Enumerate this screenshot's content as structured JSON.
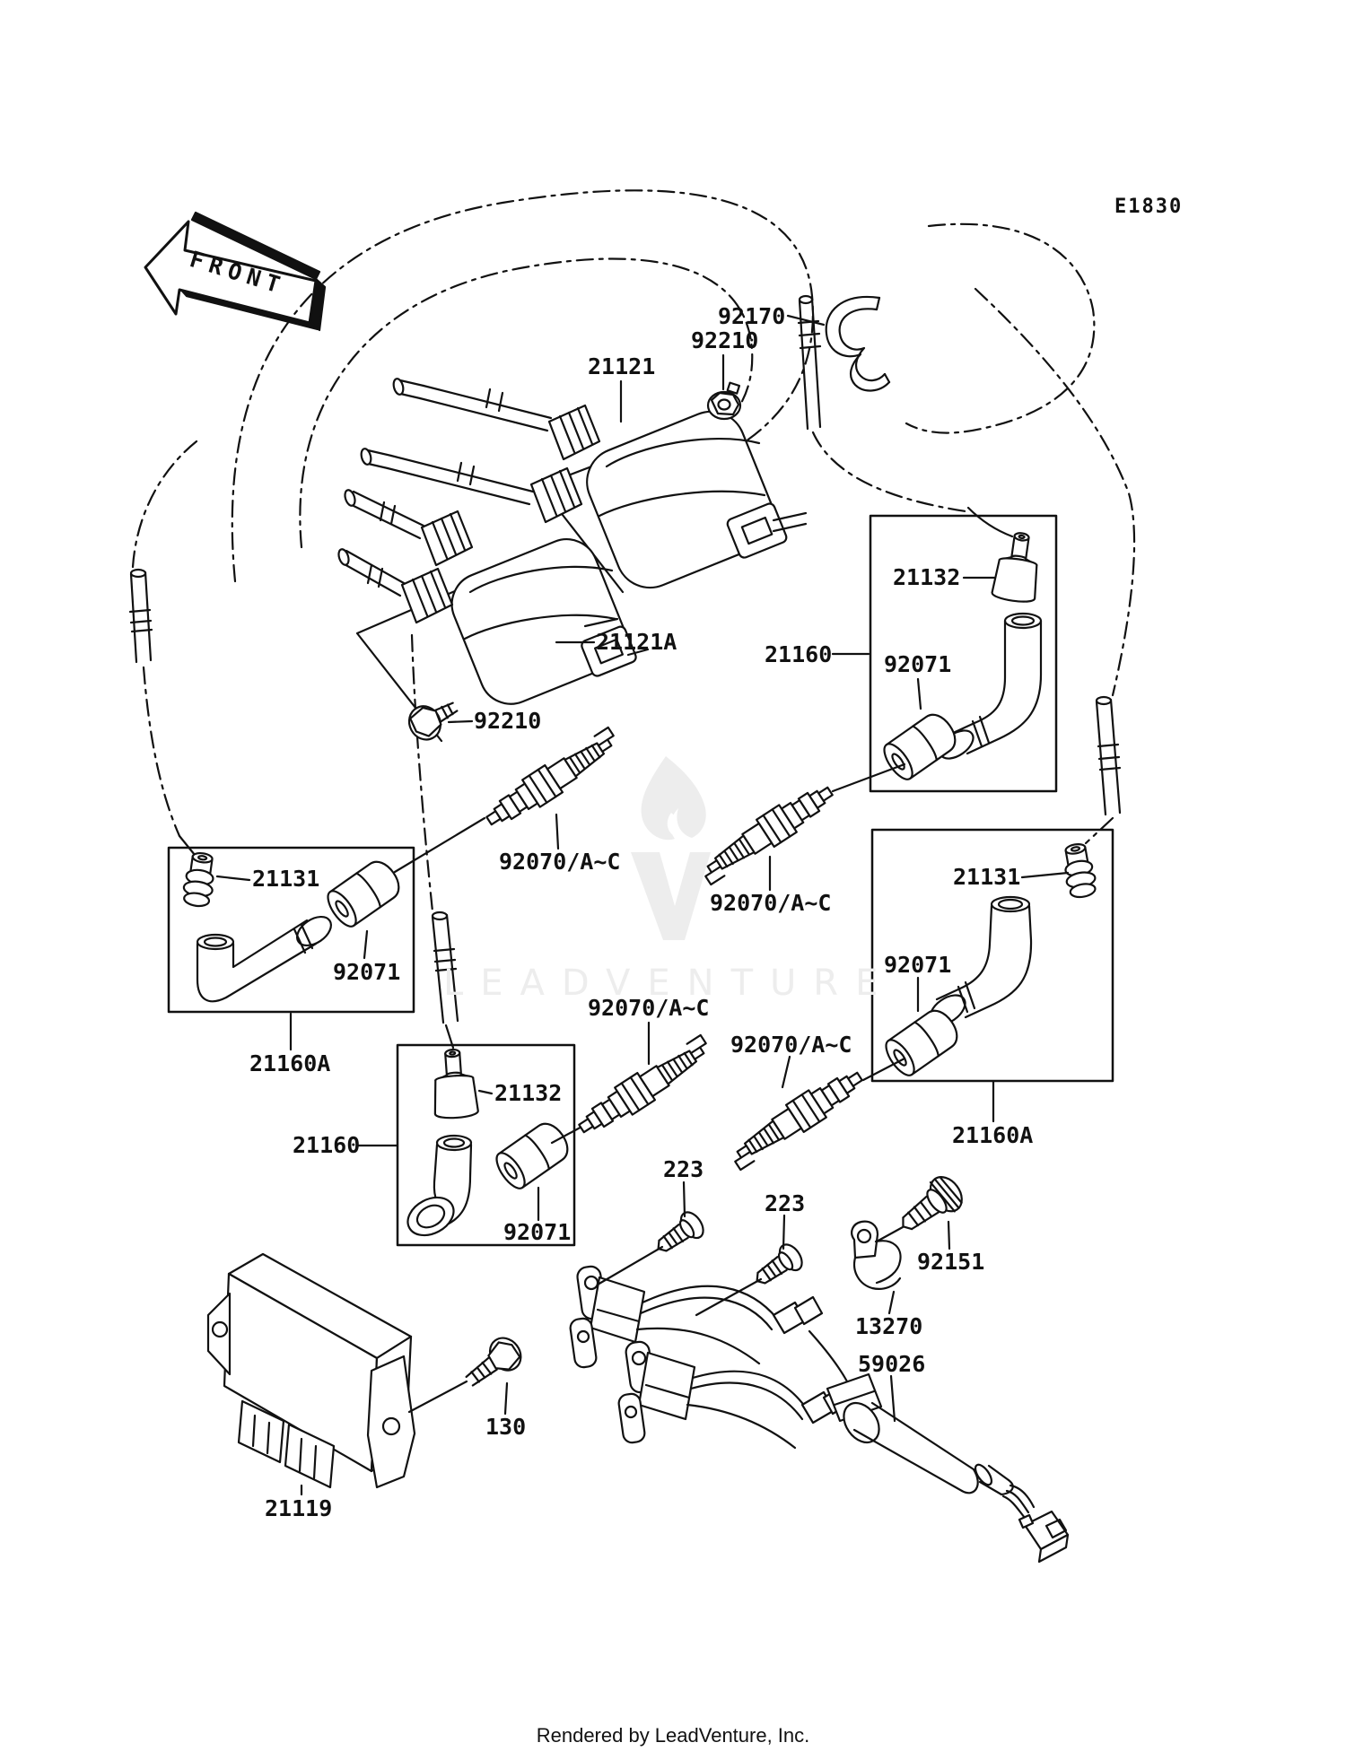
{
  "header": {
    "diagram_code": "E1830",
    "front_arrow": "FRONT"
  },
  "watermark": {
    "brand": "LEADVENTURE"
  },
  "footer": {
    "credit": "Rendered by LeadVenture, Inc."
  },
  "colors": {
    "line": "#111111",
    "watermark": "#ededed",
    "background": "#ffffff"
  },
  "labels": [
    {
      "part": "92170",
      "text": "92170"
    },
    {
      "part": "92210",
      "text": "92210"
    },
    {
      "part": "21121",
      "text": "21121"
    },
    {
      "part": "21132",
      "text": "21132"
    },
    {
      "part": "21160",
      "text": "21160"
    },
    {
      "part": "92071",
      "text": "92071"
    },
    {
      "part": "21121A",
      "text": "21121A"
    },
    {
      "part": "92210",
      "text": "92210"
    },
    {
      "part": "21131",
      "text": "21131"
    },
    {
      "part": "92071",
      "text": "92071"
    },
    {
      "part": "21160A",
      "text": "21160A"
    },
    {
      "part": "92070/A~C",
      "text": "92070/A~C"
    },
    {
      "part": "92070/A~C",
      "text": "92070/A~C"
    },
    {
      "part": "92070/A~C",
      "text": "92070/A~C"
    },
    {
      "part": "92070/A~C",
      "text": "92070/A~C"
    },
    {
      "part": "21131",
      "text": "21131"
    },
    {
      "part": "92071",
      "text": "92071"
    },
    {
      "part": "21160A",
      "text": "21160A"
    },
    {
      "part": "21132",
      "text": "21132"
    },
    {
      "part": "21160",
      "text": "21160"
    },
    {
      "part": "92071",
      "text": "92071"
    },
    {
      "part": "223",
      "text": "223"
    },
    {
      "part": "223",
      "text": "223"
    },
    {
      "part": "92151",
      "text": "92151"
    },
    {
      "part": "13270",
      "text": "13270"
    },
    {
      "part": "59026",
      "text": "59026"
    },
    {
      "part": "130",
      "text": "130"
    },
    {
      "part": "21119",
      "text": "21119"
    }
  ]
}
